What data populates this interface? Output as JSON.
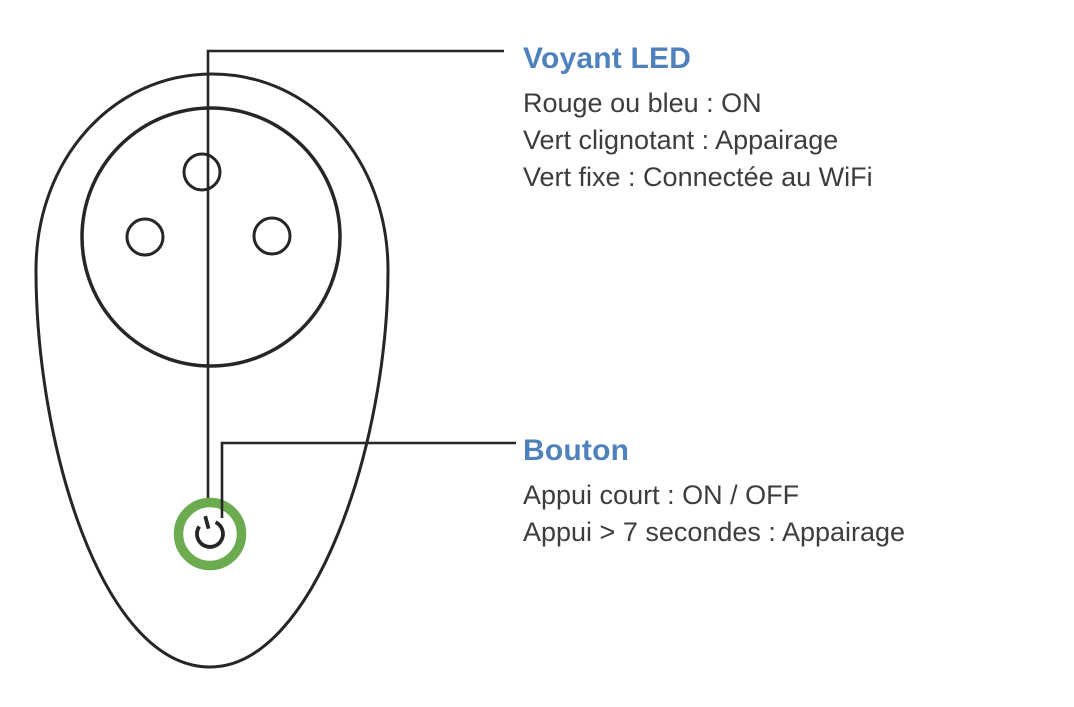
{
  "diagram": {
    "subject": "smart plug front view",
    "icons": {
      "power_button": "power-icon"
    }
  },
  "colors": {
    "accent_blue": "#4f81bd",
    "ring_green": "#6cab50",
    "line_dark": "#262626",
    "body_text": "#3d3d3d"
  },
  "annotations": {
    "voyant_led": {
      "title": "Voyant LED",
      "lines": [
        "Rouge ou bleu : ON",
        "Vert clignotant : Appairage",
        "Vert fixe : Connectée au WiFi"
      ]
    },
    "bouton": {
      "title": "Bouton",
      "lines": [
        "Appui court : ON / OFF",
        "Appui > 7 secondes : Appairage"
      ]
    }
  }
}
